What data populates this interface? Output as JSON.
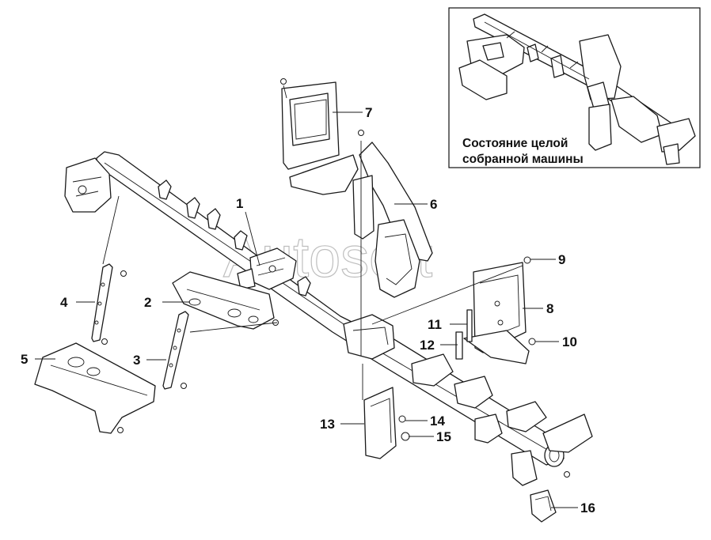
{
  "watermark": "Autosoft",
  "inset": {
    "caption_line1": "Состояние целой",
    "caption_line2": "собранной машины"
  },
  "callouts": [
    "1",
    "2",
    "3",
    "4",
    "5",
    "6",
    "7",
    "8",
    "9",
    "10",
    "11",
    "12",
    "13",
    "14",
    "15",
    "16"
  ]
}
